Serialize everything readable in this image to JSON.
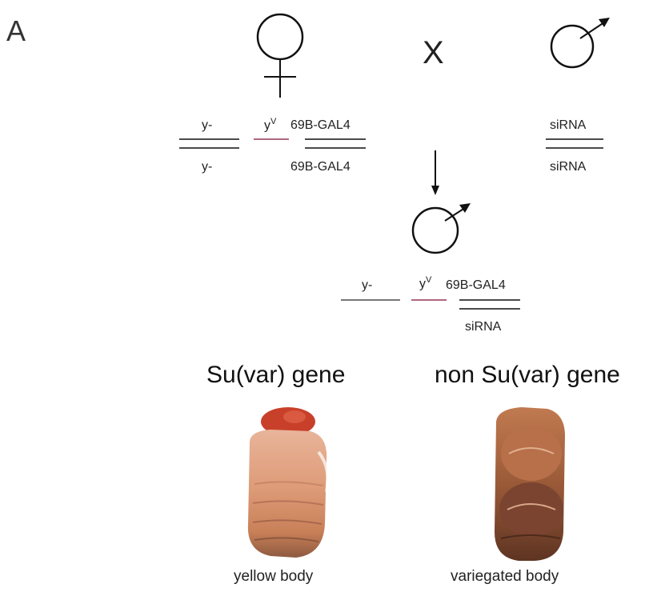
{
  "panel_label": "A",
  "cross_symbol": "X",
  "female_parent": {
    "symbol": "female-symbol",
    "top_labels": [
      "y-",
      "y",
      "69B-GAL4"
    ],
    "top_sup": "V",
    "bottom_labels": [
      "y-",
      "69B-GAL4"
    ]
  },
  "male_parent": {
    "symbol": "male-symbol",
    "top_label": "siRNA",
    "bottom_label": "siRNA"
  },
  "offspring": {
    "symbol": "male-symbol",
    "top_labels": [
      "y-",
      "y",
      "69B-GAL4"
    ],
    "top_sup": "V",
    "bottom_label": "siRNA"
  },
  "colors": {
    "chromosome": "#4a4a4a",
    "yv_segment": "#b06680"
  },
  "outcomes": [
    {
      "heading": "Su(var) gene",
      "caption": "yellow body",
      "image": "yellow-fly-photo"
    },
    {
      "heading": "non Su(var) gene",
      "caption": "variegated body",
      "image": "variegated-fly-photo"
    }
  ]
}
